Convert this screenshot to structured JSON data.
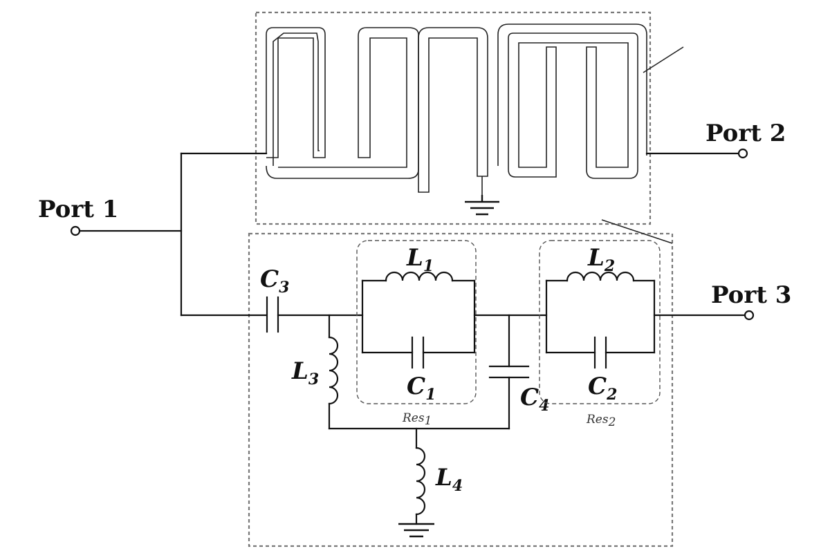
{
  "ports": {
    "port1": "Port 1",
    "port2": "Port 2",
    "port3": "Port 3"
  },
  "components": {
    "C3": {
      "letter": "C",
      "sub": "3"
    },
    "L1": {
      "letter": "L",
      "sub": "1"
    },
    "L2": {
      "letter": "L",
      "sub": "2"
    },
    "L3": {
      "letter": "L",
      "sub": "3"
    },
    "L4": {
      "letter": "L",
      "sub": "4"
    },
    "C1": {
      "letter": "C",
      "sub": "1"
    },
    "C2": {
      "letter": "C",
      "sub": "2"
    },
    "C4": {
      "letter": "C",
      "sub": "4"
    }
  },
  "resonators": {
    "res1": {
      "name": "Res",
      "sub": "1"
    },
    "res2": {
      "name": "Res",
      "sub": "2"
    }
  }
}
